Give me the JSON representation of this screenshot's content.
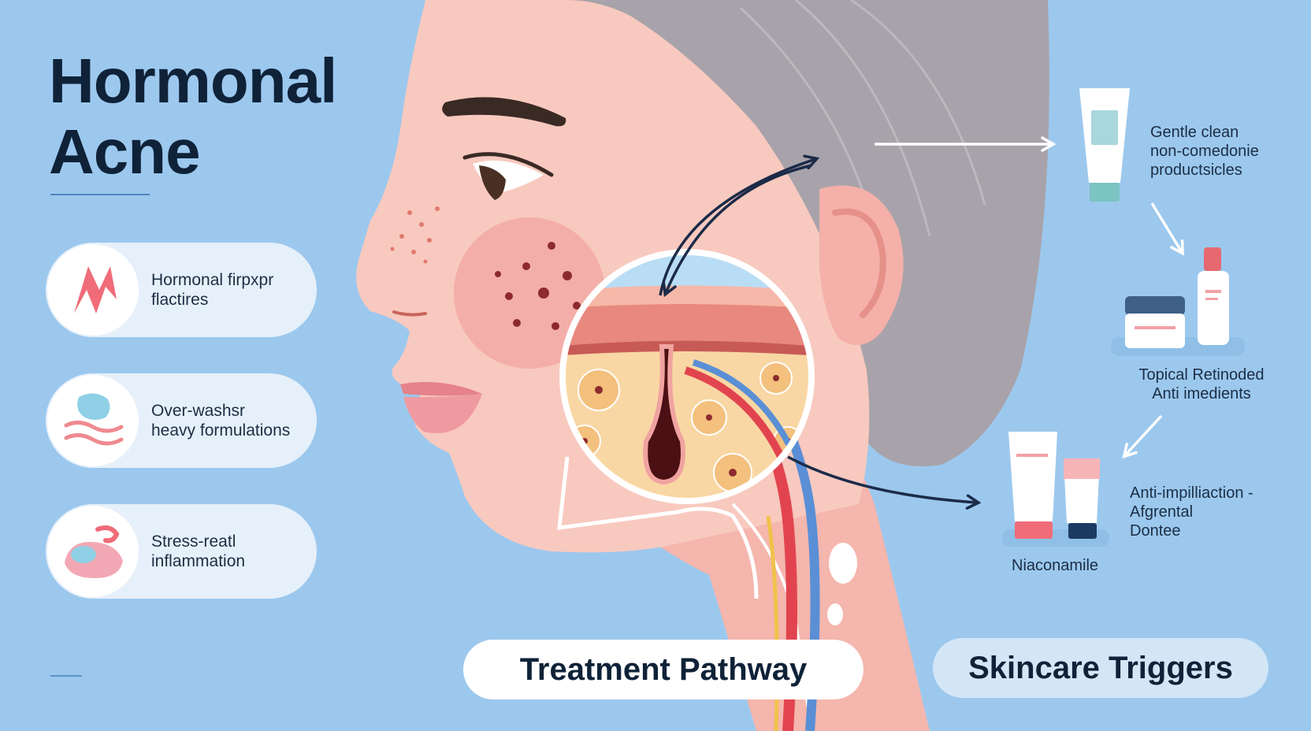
{
  "title": {
    "line1": "Hormonal",
    "line2": "Acne"
  },
  "triggers": [
    {
      "icon": "hormone-fluctuation-icon",
      "line1": "Hormonal firpxpr",
      "line2": "flactires"
    },
    {
      "icon": "over-washing-icon",
      "line1": "Over-washsr",
      "line2": "heavy formulations"
    },
    {
      "icon": "stress-inflammation-icon",
      "line1": "Stress-reatl",
      "line2": "inflammation"
    }
  ],
  "products": {
    "cleanser": {
      "line1": "Gentle clean",
      "line2": "non-comedonie",
      "line3": "productsicles"
    },
    "retinoid": {
      "line1": "Topical Retinoded",
      "line2": "Anti imedients"
    },
    "anti_inflammatory": {
      "line1": "Anti-impilliaction -",
      "line2": "Afgrental",
      "line3": "Dontee"
    },
    "niacinamide": {
      "line1": "Niaconamile"
    }
  },
  "pills": {
    "treatment": "Treatment Pathway",
    "skincare": "Skincare Triggers"
  },
  "colors": {
    "background": "#9cc8ee",
    "skin": "#f8c9bf",
    "hair": "#a8a3aa",
    "title": "#0f2238",
    "accent_red": "#ef6c78",
    "arrow": "#1b2b48"
  }
}
